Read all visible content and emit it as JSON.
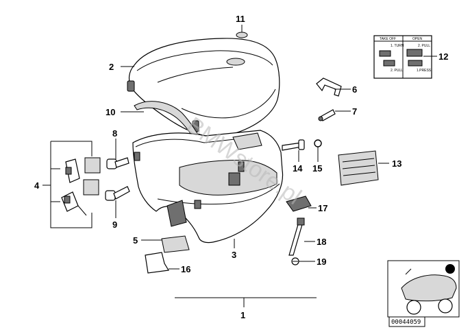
{
  "callouts": [
    {
      "id": "1",
      "label": "1"
    },
    {
      "id": "2",
      "label": "2"
    },
    {
      "id": "3",
      "label": "3"
    },
    {
      "id": "4",
      "label": "4"
    },
    {
      "id": "5",
      "label": "5"
    },
    {
      "id": "6",
      "label": "6"
    },
    {
      "id": "7",
      "label": "7"
    },
    {
      "id": "8",
      "label": "8"
    },
    {
      "id": "9",
      "label": "9"
    },
    {
      "id": "10",
      "label": "10"
    },
    {
      "id": "11",
      "label": "11"
    },
    {
      "id": "12",
      "label": "12"
    },
    {
      "id": "13",
      "label": "13"
    },
    {
      "id": "14",
      "label": "14"
    },
    {
      "id": "15",
      "label": "15"
    },
    {
      "id": "16",
      "label": "16"
    },
    {
      "id": "17",
      "label": "17"
    },
    {
      "id": "18",
      "label": "18"
    },
    {
      "id": "19",
      "label": "19"
    }
  ],
  "instruction_label": {
    "take_off": "TAKE OFF",
    "open": "OPEN",
    "step_turn": "1. TURN",
    "step_pull_left": "2. PULL",
    "step_pull_right": "2. PULL",
    "step_press": "1.PRESS"
  },
  "watermark": "BMWstore.pl",
  "catalog_number": "00044059"
}
